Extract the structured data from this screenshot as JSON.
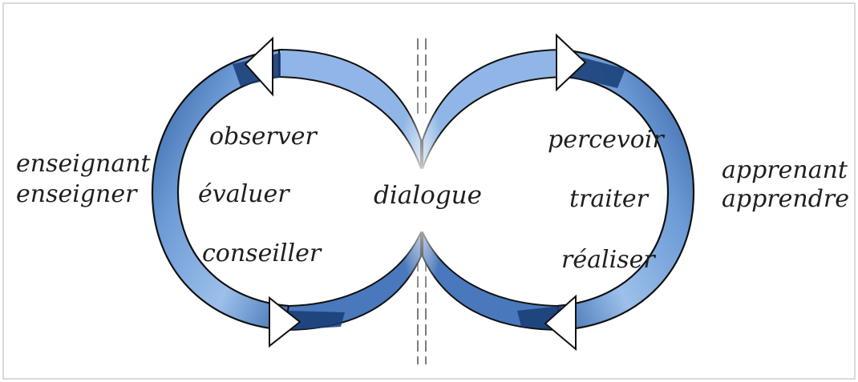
{
  "diagram": {
    "left_role": {
      "line1": "enseignant",
      "line2": "enseigner"
    },
    "right_role": {
      "line1": "apprenant",
      "line2": "apprendre"
    },
    "center_label": "dialogue",
    "left_actions": [
      "observer",
      "évaluer",
      "conseiller"
    ],
    "right_actions": [
      "percevoir",
      "traiter",
      "réaliser"
    ],
    "colors": {
      "ring_fill": "#6d9bd6",
      "ring_light": "#c9ddf5",
      "ring_dark": "#173c74",
      "outline": "#111111",
      "paper_border": "#d9d9d9"
    }
  }
}
